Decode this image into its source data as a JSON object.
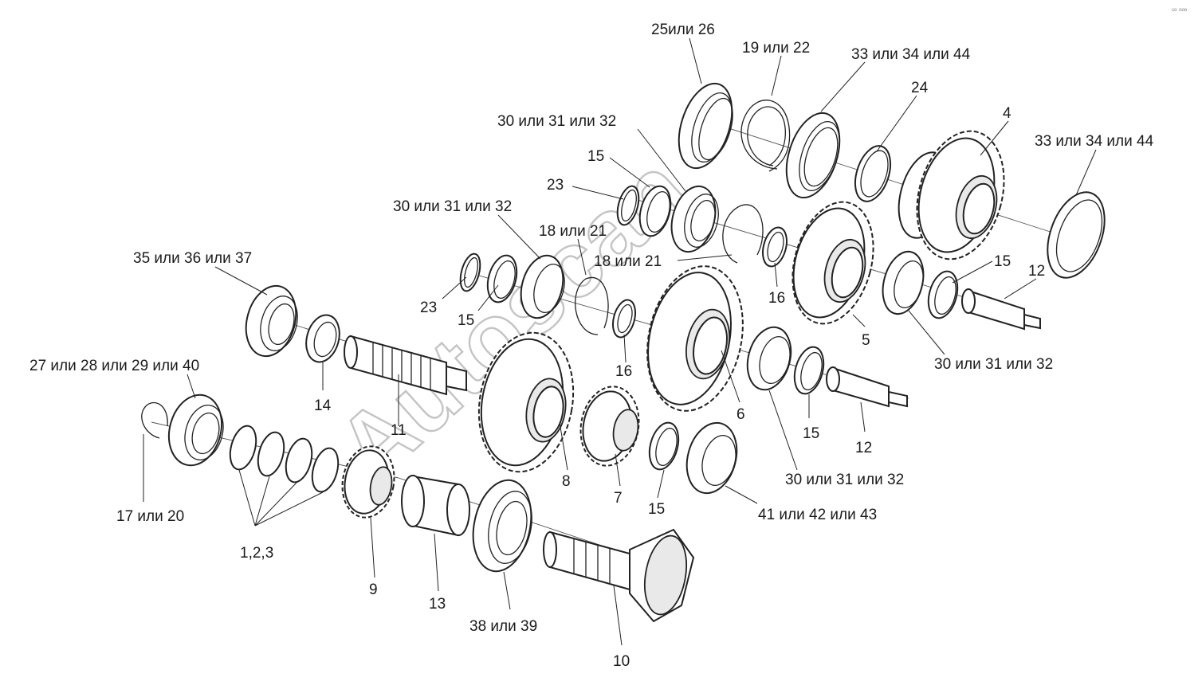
{
  "watermark": "Autoscan",
  "corner_mark": "ᶜᵒ ᵒᵒᵒ",
  "labels": [
    "25или 26",
    "19 или 22",
    "33 или 34 или 44",
    "24",
    "4",
    "33 или 34 или 44",
    "30 или 31 или 32",
    "15",
    "23",
    "30 или 31 или 32",
    "18 или 21",
    "18 или 21",
    "15",
    "12",
    "35 или 36 или 37",
    "23",
    "15",
    "16",
    "16",
    "5",
    "30 или 31 или 32",
    "14",
    "11",
    "27 или 28 или 29 или 40",
    "6",
    "8",
    "7",
    "15",
    "12",
    "30 или 31 или 32",
    "15",
    "41 или 42 или 43",
    "17 или 20",
    "1,2,3",
    "9",
    "13",
    "38 или 39",
    "10"
  ]
}
